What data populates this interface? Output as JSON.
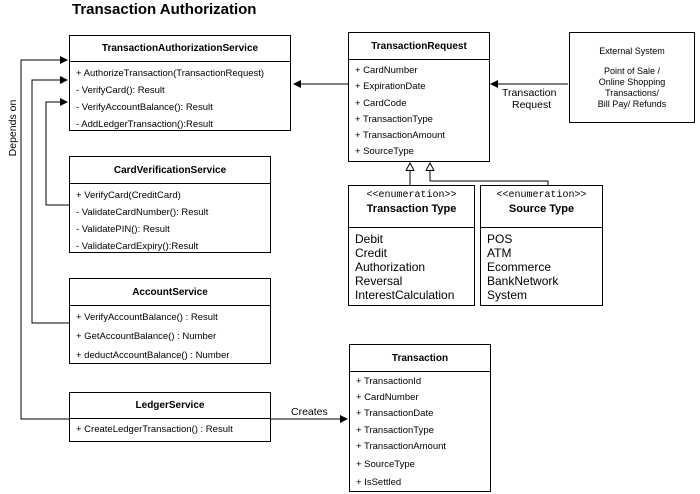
{
  "diagram": {
    "title": "Transaction Authorization",
    "services": {
      "auth": {
        "name": "TransactionAuthorizationService",
        "members": [
          "+ AuthorizeTransaction(TransactionRequest)",
          "- VerifyCard(): Result",
          "- VerifyAccountBalance(): Result",
          "- AddLedgerTransaction():Result"
        ]
      },
      "card": {
        "name": "CardVerificationService",
        "members": [
          "+ VerifyCard(CreditCard)",
          "-  ValidateCardNumber(): Result",
          "-  ValidatePIN(): Result",
          "-  ValidateCardExpiry():Result"
        ]
      },
      "account": {
        "name": "AccountService",
        "members": [
          "+ VerifyAccountBalance() : Result",
          "+ GetAccountBalance() : Number",
          "+ deductAccountBalance() : Number"
        ]
      },
      "ledger": {
        "name": "LedgerService",
        "members": [
          "+ CreateLedgerTransaction() : Result"
        ]
      }
    },
    "request": {
      "name": "TransactionRequest",
      "members": [
        "+ CardNumber",
        "+ ExpirationDate",
        "+ CardCode",
        "+ TransactionType",
        "+ TransactionAmount",
        "+ SourceType"
      ]
    },
    "transaction": {
      "name": "Transaction",
      "members": [
        "+ TransactionId",
        "+ CardNumber",
        "+ TransactionDate",
        "+ TransactionType",
        "+ TransactionAmount",
        "+ SourceType",
        "+ IsSettled"
      ]
    },
    "external": {
      "name": "External System",
      "lines": [
        "Point of Sale /",
        "Online Shopping",
        "Transactions/",
        "Bill Pay/ Refunds"
      ]
    },
    "enums": {
      "transaction_type": {
        "stereotype": "<<enumeration>>",
        "name": "Transaction Type",
        "values": [
          "Debit",
          "Credit",
          "Authorization",
          "Reversal",
          "InterestCalculation"
        ]
      },
      "source_type": {
        "stereotype": "<<enumeration>>",
        "name": "Source Type",
        "values": [
          "POS",
          "ATM",
          "Ecommerce",
          "BankNetwork",
          "System"
        ]
      }
    },
    "labels": {
      "depends_on": "Depends on",
      "transaction_request_line1": "Transaction",
      "transaction_request_line2": "Request",
      "creates": "Creates"
    }
  }
}
